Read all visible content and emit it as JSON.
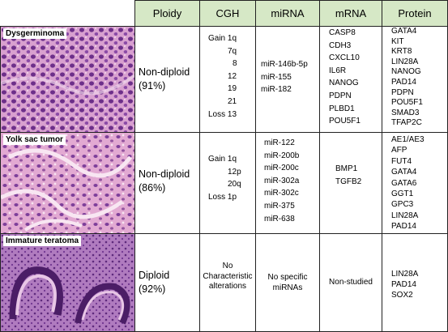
{
  "headers": [
    "Ploidy",
    "CGH",
    "miRNA",
    "mRNA",
    "Protein"
  ],
  "rows": [
    {
      "tumor": "Dysgerminoma",
      "ploidy": [
        "Non-diploid",
        "(91%)"
      ],
      "cgh": [
        "Gain 1q",
        "7q",
        "8",
        "12",
        "19",
        "21",
        "Loss 13"
      ],
      "mirna": [
        "miR-146b-5p",
        "miR-155",
        "miR-182"
      ],
      "mrna": [
        "CASP8",
        "CDH3",
        "CXCL10",
        "IL6R",
        "NANOG",
        "PDPN",
        "PLBD1",
        "POU5F1"
      ],
      "protein": [
        "GATA4",
        "KIT",
        "KRT8",
        "LIN28A",
        "NANOG",
        "PAD14",
        "PDPN",
        "POU5F1",
        "SMAD3",
        "TFAP2C"
      ]
    },
    {
      "tumor": "Yolk sac tumor",
      "ploidy": [
        "Non-diploid",
        "(86%)"
      ],
      "cgh": [
        "Gain 1q",
        "12p",
        "20q",
        "Loss 1p"
      ],
      "mirna": [
        "miR-122",
        "miR-200b",
        "miR-200c",
        "miR-302a",
        "miR-302c",
        "miR-375",
        "miR-638"
      ],
      "mrna": [
        "BMP1",
        "TGFB2"
      ],
      "protein": [
        "AE1/AE3",
        "AFP",
        "FUT4",
        "GATA4",
        "GATA6",
        "GGT1",
        "GPC3",
        "LIN28A",
        "PAD14"
      ]
    },
    {
      "tumor": "Immature teratoma",
      "ploidy": [
        "Diploid",
        "(92%)"
      ],
      "cgh": [
        "No",
        "Characteristic",
        "alterations"
      ],
      "mirna": [
        "No specific",
        "miRNAs"
      ],
      "mrna": [
        "Non-studied"
      ],
      "protein": [
        "LIN28A",
        "PAD14",
        "SOX2"
      ]
    }
  ],
  "colors": {
    "header_bg": "#d6e8c6",
    "border": "#222222",
    "tissue_pink": "#d79ac3",
    "tissue_purple": "#7a3d8f"
  }
}
